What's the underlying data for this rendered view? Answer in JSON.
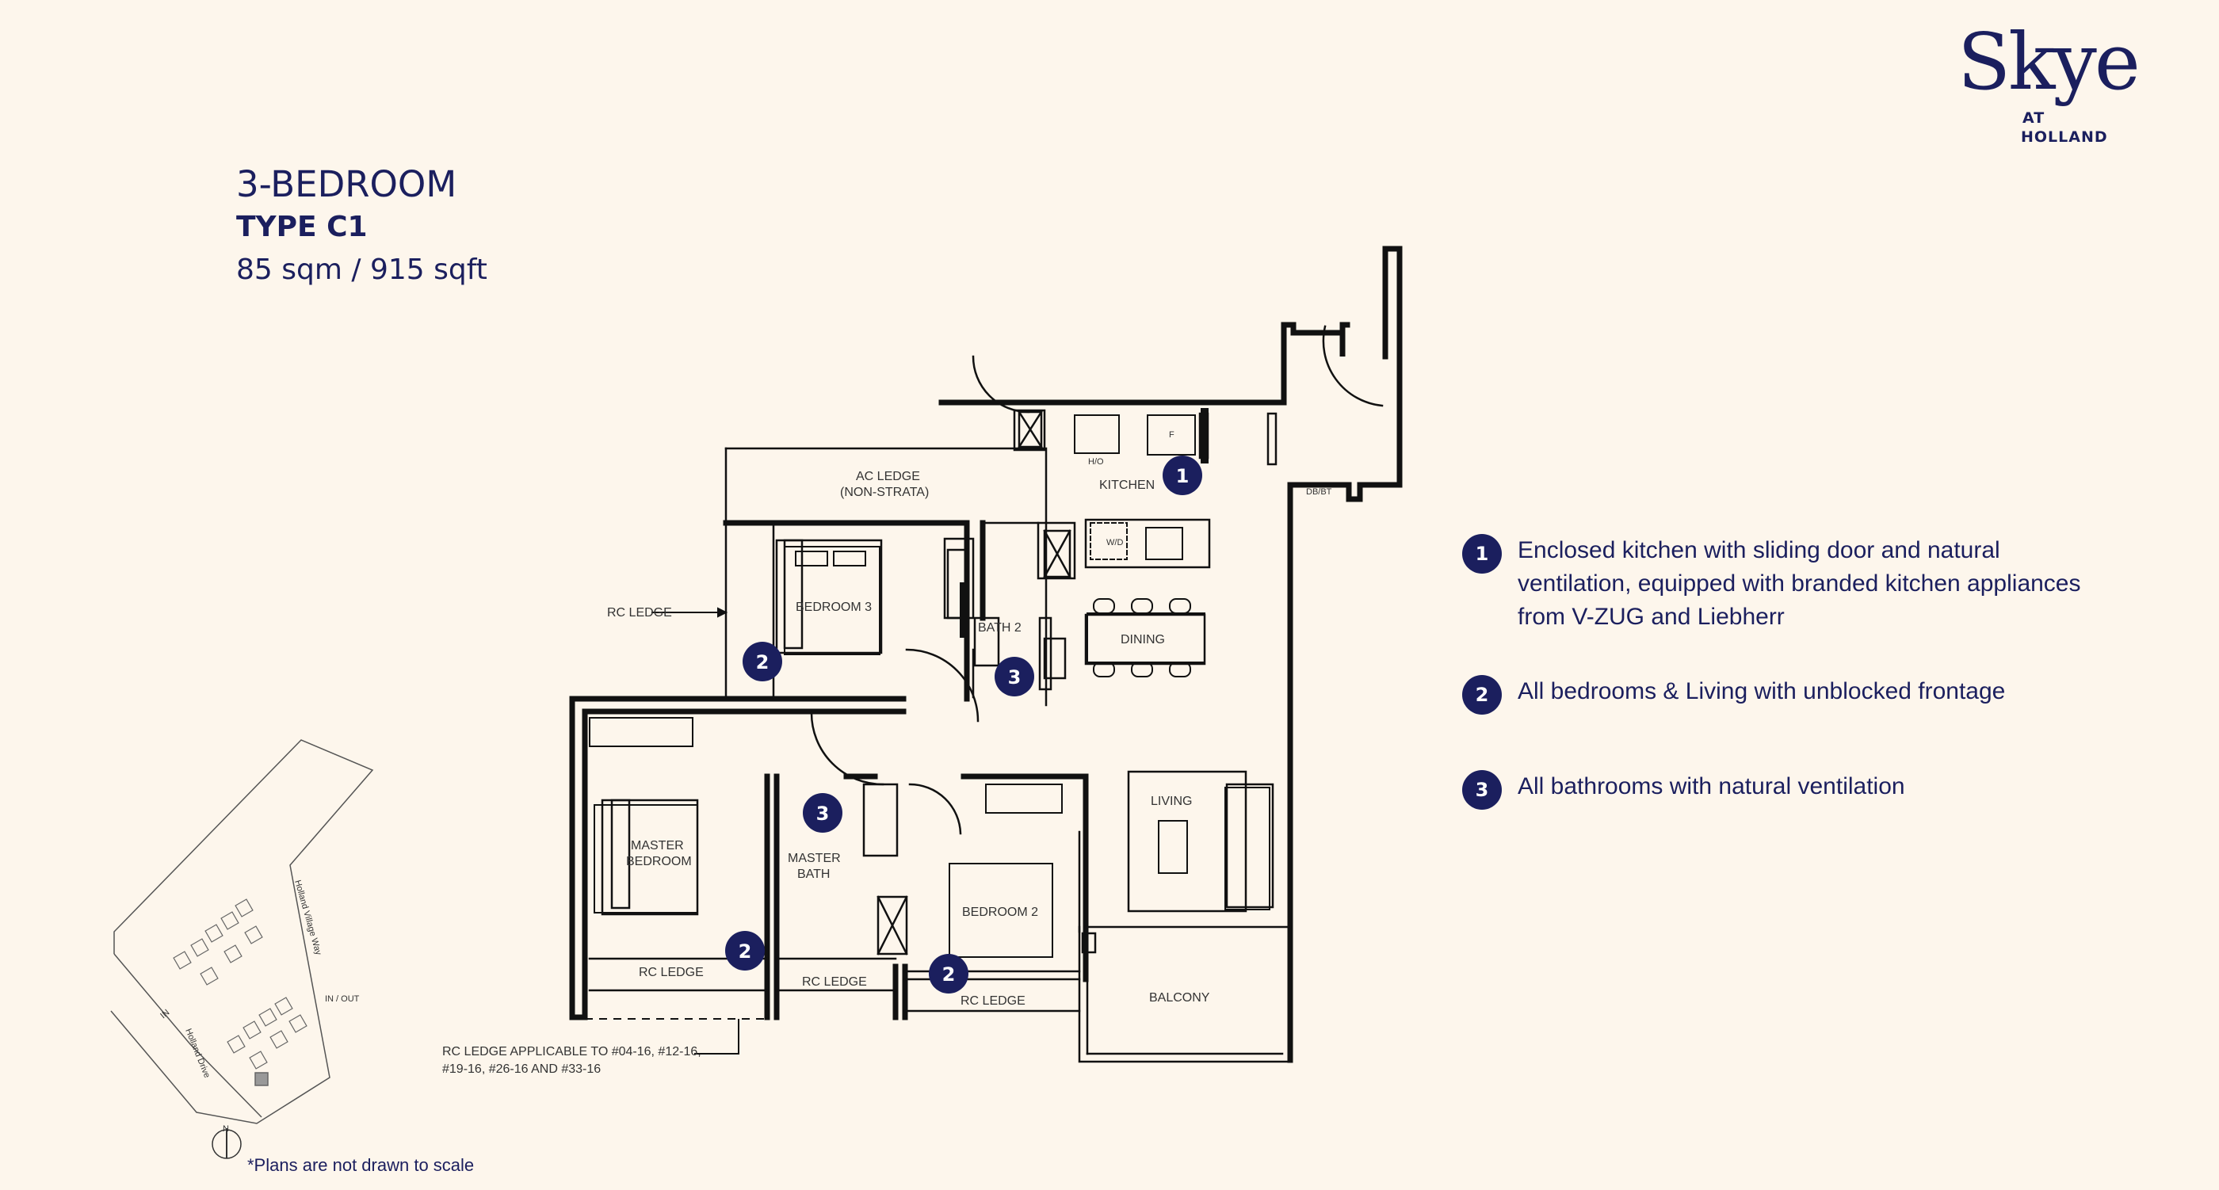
{
  "brand": {
    "name": "Skye",
    "at": "AT",
    "location": "HOLLAND"
  },
  "unit": {
    "type_line": "3-BEDROOM",
    "code": "TYPE C1",
    "size": "85 sqm / 915 sqft"
  },
  "rooms": {
    "kitchen": "KITCHEN",
    "hob": "H/O",
    "fridge": "F",
    "wm": "W/D",
    "dbbt": "DB/BT",
    "ac_ledge_1": "AC LEDGE",
    "ac_ledge_2": "(NON-STRATA)",
    "bedroom3": "BEDROOM 3",
    "bath2": "BATH 2",
    "dining": "DINING",
    "master_bedroom_1": "MASTER",
    "master_bedroom_2": "BEDROOM",
    "master_bath_1": "MASTER",
    "master_bath_2": "BATH",
    "bedroom2": "BEDROOM 2",
    "living": "LIVING",
    "balcony": "BALCONY",
    "rc_ledge_1": "RC LEDGE",
    "rc_ledge_2": "RC LEDGE",
    "rc_ledge_3": "RC LEDGE",
    "rc_ledge_left": "RC LEDGE",
    "rc_note_1": "RC LEDGE APPLICABLE TO #04-16, #12-16,",
    "rc_note_2": "#19-16, #26-16 AND #33-16"
  },
  "markers": {
    "m1": "1",
    "m2a": "2",
    "m2b": "2",
    "m2c": "2",
    "m3a": "3",
    "m3b": "3"
  },
  "site_plan": {
    "road_1": "Holland Village Way",
    "road_2": "Holland Drive",
    "in_out": "IN / OUT",
    "in": "IN",
    "north": "N"
  },
  "features": [
    {
      "num": "1",
      "line1": "Enclosed kitchen with sliding door and natural",
      "line2": "ventilation, equipped with branded kitchen appliances",
      "line3": "from V-ZUG and Liebherr"
    },
    {
      "num": "2",
      "line1": "All bedrooms & Living with unblocked frontage"
    },
    {
      "num": "3",
      "line1": "All bathrooms with natural ventilation"
    }
  ],
  "note": "*Plans are not drawn to scale",
  "colors": {
    "navy": "#1b1f5e",
    "background": "#fdf6ec",
    "wall": "#111111"
  }
}
